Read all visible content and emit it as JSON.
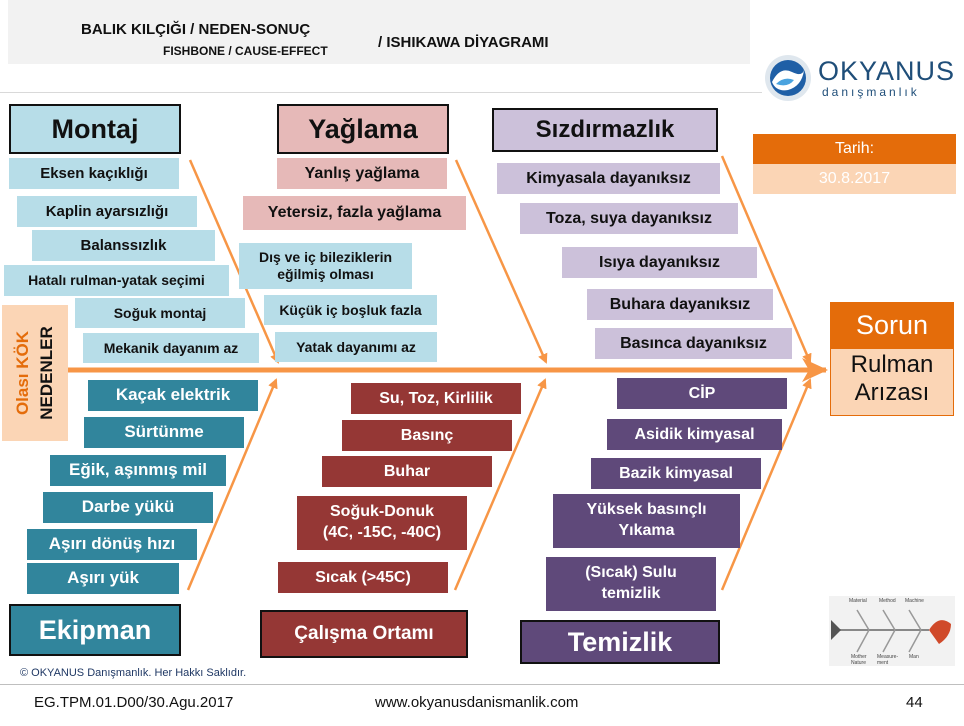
{
  "title": {
    "line1": "BALIK KILÇIĞI / NEDEN-SONUÇ",
    "line2": "FISHBONE / CAUSE-EFFECT",
    "line3": "/ ISHIKAWA   DİYAGRAMI"
  },
  "logo": {
    "name": "OKYANUS",
    "sub": "danışmanlık"
  },
  "date": {
    "label": "Tarih:",
    "value": "30.8.2017"
  },
  "vertical_label": {
    "line1": "Olası KÖK",
    "line2": "NEDENLER"
  },
  "problem": {
    "header": "Sorun",
    "text1": "Rulman",
    "text2": "Arızası"
  },
  "categories": {
    "montaj": "Montaj",
    "yaglama": "Yağlama",
    "sizdirmazlik": "Sızdırmazlık",
    "ekipman": "Ekipman",
    "calisma": "Çalışma Ortamı",
    "temizlik": "Temizlik"
  },
  "causes": {
    "montaj": [
      "Eksen kaçıklığı",
      "Kaplin ayarsızlığı",
      "Balanssızlık",
      "Hatalı rulman-yatak seçimi",
      "Soğuk montaj",
      "Mekanik dayanım az"
    ],
    "yaglama": [
      "Yanlış yağlama",
      "Yetersiz, fazla yağlama",
      "Dış ve iç bileziklerin",
      "eğilmiş olması",
      "Küçük iç boşluk fazla",
      "Yatak dayanımı az"
    ],
    "sizdirmazlik": [
      "Kimyasala dayanıksız",
      "Toza, suya dayanıksız",
      "Isıya dayanıksız",
      "Buhara dayanıksız",
      "Basınca dayanıksız"
    ],
    "ekipman": [
      "Kaçak elektrik",
      "Sürtünme",
      "Eğik, aşınmış mil",
      "Darbe yükü",
      "Aşırı dönüş hızı",
      "Aşırı yük"
    ],
    "calisma": [
      "Su, Toz, Kirlilik",
      "Basınç",
      "Buhar",
      "Soğuk-Donuk",
      "(4C, -15C, -40C)",
      "Sıcak (>45C)"
    ],
    "temizlik": [
      "CİP",
      "Asidik kimyasal",
      "Bazik kimyasal",
      "Yüksek basınçlı",
      "Yıkama",
      "(Sıcak) Sulu",
      "temizlik"
    ]
  },
  "thumbnail": {
    "labels": [
      "Material",
      "Method",
      "Machine",
      "Mother Nature",
      "Measure-ment",
      "Man"
    ]
  },
  "copyright": "© OKYANUS Danışmanlık. Her Hakkı Saklıdır.",
  "footer": {
    "code": "EG.TPM.01.D00/30.Agu.2017",
    "url": "www.okyanusdanismanlik.com",
    "page": "44"
  },
  "colors": {
    "arrow": "#f79646",
    "orange": "#e46c0a",
    "peach": "#fbd5b5"
  }
}
